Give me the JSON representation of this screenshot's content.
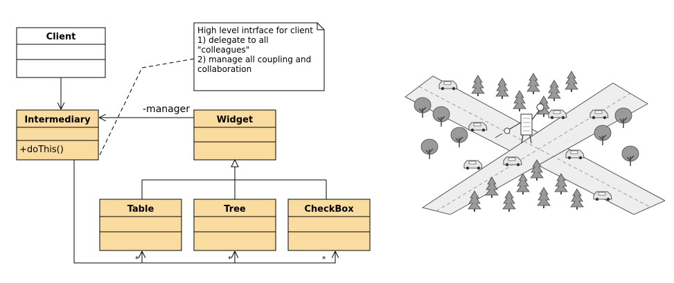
{
  "diagram": {
    "classes": {
      "client": {
        "name": "Client",
        "members": []
      },
      "intermediary": {
        "name": "Intermediary",
        "members": [
          "+doThis()"
        ]
      },
      "widget": {
        "name": "Widget",
        "members": []
      },
      "table": {
        "name": "Table",
        "members": []
      },
      "tree": {
        "name": "Tree",
        "members": []
      },
      "checkbox": {
        "name": "CheckBox",
        "members": []
      }
    },
    "note": {
      "lines": [
        "High level intrface for client",
        "1) delegate to all",
        "\"colleagues\"",
        "2) manage all coupling and",
        "collaboration"
      ]
    },
    "association_label": "-manager",
    "multiplicity": "*",
    "colors": {
      "class_fill": "#fbdca0",
      "class_fill_plain": "#ffffff",
      "line": "#000000"
    }
  },
  "illustration": {
    "subject": "intersection-traffic-controller",
    "colors": {
      "road": "#ececec",
      "tree": "#8c8c8c",
      "car": "#dcdcdc"
    }
  }
}
